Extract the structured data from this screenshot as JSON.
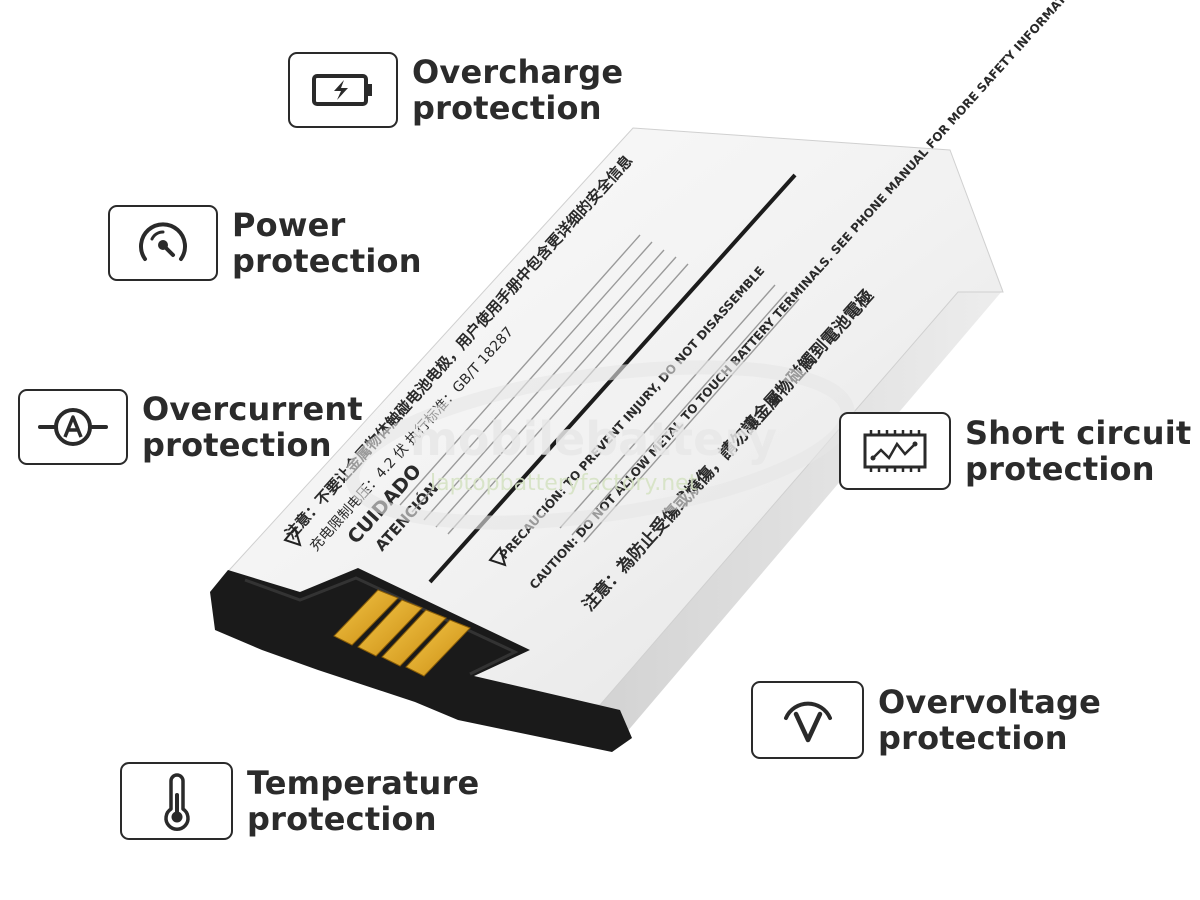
{
  "features": [
    {
      "id": "overcharge",
      "line1": "Overcharge",
      "line2": "protection",
      "icon": "battery-charge-icon"
    },
    {
      "id": "power",
      "line1": "Power",
      "line2": "protection",
      "icon": "gauge-icon"
    },
    {
      "id": "overcurrent",
      "line1": "Overcurrent",
      "line2": "protection",
      "icon": "ammeter-icon"
    },
    {
      "id": "short-circuit",
      "line1": "Short circuit",
      "line2": "protection",
      "icon": "circuit-board-icon"
    },
    {
      "id": "overvoltage",
      "line1": "Overvoltage",
      "line2": "protection",
      "icon": "voltage-icon"
    },
    {
      "id": "temperature",
      "line1": "Temperature",
      "line2": "protection",
      "icon": "thermometer-icon"
    }
  ],
  "watermark": {
    "brand": "mobilebattery",
    "site": "laptopbatteryfactory.net"
  },
  "battery_label": {
    "warning_cn": "注意：不要让金属物体触碰电池电极，用户使用手册中包含更详细的安全信息",
    "voltage_cn": "充电限制电压：4.2 伏    执行标准：GB/T 18287",
    "cuidado": "CUIDADO",
    "atencion": "ATENCIÓN",
    "precaution": "PRECAUCIÓN: TO PREVENT INJURY, DO NOT DISASSEMBLE",
    "caution": "CAUTION: DO NOT ALLOW METAL TO TOUCH BATTERY TERMINALS. SEE PHONE MANUAL FOR MORE SAFETY INFORMATION",
    "caution_cn": "注意：為防止受傷或燒傷，請勿讓金屬物碰觸到電池電極"
  },
  "colors": {
    "text": "#2b2b2b",
    "border": "#2a2a2a",
    "battery_body": "#f3f3f3",
    "contacts": "#e0a81c"
  }
}
